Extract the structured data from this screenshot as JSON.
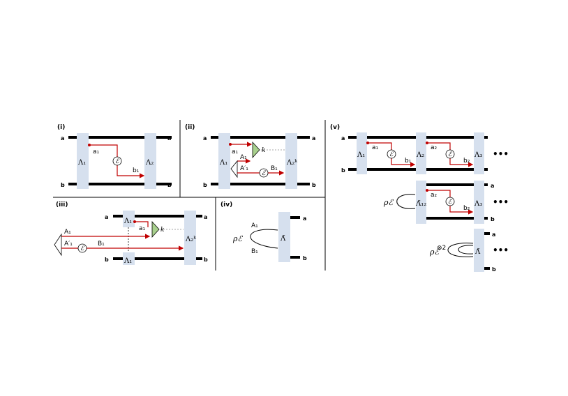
{
  "panels": {
    "i": {
      "label": "(i)",
      "wire_top": "a",
      "wire_top_right": "a",
      "wire_bottom": "b",
      "wire_bottom_right": "b",
      "op1": "Λ₁",
      "op2": "Λ₂",
      "sig_a": "a₁",
      "sig_b": "b₁",
      "channel": "ℰ"
    },
    "ii": {
      "label": "(ii)",
      "wire_top": "a",
      "wire_top_right": "a",
      "wire_bottom": "b",
      "wire_bottom_right": "b",
      "op1": "Λ₁",
      "op2": "Λ₂ᵏ",
      "sig_a": "a₁",
      "sig_A": "A₁",
      "sig_Aprime": "A′₁",
      "sig_B": "B₁",
      "k": "k",
      "channel": "ℰ"
    },
    "iii": {
      "label": "(iii)",
      "wire_top": "a",
      "wire_top_right": "a",
      "wire_bottom": "b",
      "wire_bottom_right": "b",
      "op1_top": "Λ₁",
      "op1_bottom": "Λ₁",
      "op2": "Λ₂ᵏ",
      "sig_a": "a₁",
      "sig_A": "A₁",
      "sig_Aprime": "A′₁",
      "sig_B": "B₁",
      "k": "k",
      "channel": "ℰ"
    },
    "iv": {
      "label": "(iv)",
      "wire_top_right": "a",
      "wire_bottom_right": "b",
      "op": "Λ̄",
      "rho": "ρℰ",
      "sig_A": "A₁",
      "sig_B": "B₁"
    },
    "v": {
      "label": "(v)",
      "row1": {
        "wire_top": "a",
        "wire_bottom": "b",
        "op1": "Λ₁",
        "op2": "Λ₂",
        "op3": "Λ₃",
        "a1": "a₁",
        "b1": "b₁",
        "a2": "a₂",
        "b2": "b₂",
        "channel1": "ℰ",
        "channel2": "ℰ",
        "dots": "•••"
      },
      "row2": {
        "rho": "ρℰ",
        "op12": "Λ̄₁₂",
        "op3": "Λ₃",
        "a2": "a₂",
        "b2": "b₂",
        "channel": "ℰ",
        "wire_top": "a",
        "wire_bottom": "b",
        "dots": "•••"
      },
      "row3": {
        "rho": "ρℰ",
        "rho_sup": "⊗2",
        "op": "Λ̄",
        "wire_top": "a",
        "wire_bottom": "b",
        "dots": "•••"
      }
    }
  },
  "colors": {
    "signal": "#c00000",
    "operator_box": "#d6e0ee",
    "measurement": "#a8d08d"
  }
}
